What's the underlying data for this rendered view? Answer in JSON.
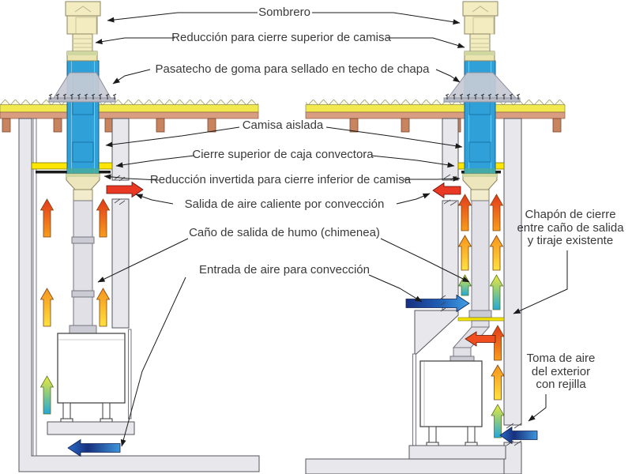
{
  "diagram": {
    "kind": "wood-stove chimney installation cross-sections",
    "language": "es",
    "views": [
      "new insulated enclosure installation",
      "existing masonry flue installation"
    ]
  },
  "labels": {
    "sombrero": "Sombrero",
    "reduccion_superior": "Reducción para cierre superior de camisa",
    "pasatecho": "Pasatecho de goma para sellado en techo de chapa",
    "camisa_aislada": "Camisa aislada",
    "cierre_superior": "Cierre superior de caja convectora",
    "reduccion_invertida": "Reducción invertida para cierre inferior de camisa",
    "salida_aire": "Salida de aire caliente por convección",
    "cano_salida": "Caño de salida de humo (chimenea)",
    "entrada_aire": "Entrada de aire para convección",
    "chapon_1": "Chapón de cierre",
    "chapon_2": "entre caño de salida",
    "chapon_3": "y tiraje existente",
    "toma_1": "Toma de aire",
    "toma_2": "del exterior",
    "toma_3": "con rejilla"
  },
  "colors": {
    "camisa_blue": "#2FA0D8",
    "camisa_edge": "#16608C",
    "roof_yellow": "#F2E94E",
    "roof_beam_brown": "#D99E82",
    "rafter_brown": "#C8845E",
    "wall_gray": "#E8E8EC",
    "pipe_gray": "#E0E0E6",
    "closure_yellow": "#FFE600",
    "sombrero_cream": "#F2ECC0",
    "cone_gray": "#C7CAD4",
    "hot_arrow_red": "#E93823",
    "warm_gradient": [
      "#E2391B",
      "#F89C1B",
      "#FFE23E"
    ],
    "cool_gradient": [
      "#EFE73C",
      "#8FCC7E",
      "#23A8DC"
    ],
    "blue_arrow": [
      "#17307E",
      "#2A6CC8",
      "#3E96DC"
    ],
    "leader_line": "#1A1A1A",
    "label_text": "#3A3A3A"
  },
  "icons": {
    "hot_air_up_arrow": {
      "shape": "block-arrow-up",
      "gradient": [
        "#E2391B",
        "#F89C1B"
      ]
    },
    "warm_air_up_arrow": {
      "shape": "block-arrow-up",
      "gradient": [
        "#F6921E",
        "#FFE23E"
      ]
    },
    "cool_air_up_arrow": {
      "shape": "block-arrow-up",
      "gradient": [
        "#EFE73C",
        "#23A8DC"
      ]
    },
    "hot_air_out_arrow": {
      "shape": "block-arrow-horizontal",
      "color": "#E93823"
    },
    "cool_air_in_arrow": {
      "shape": "block-arrow-horizontal",
      "gradient": [
        "#17307E",
        "#3E96DC"
      ]
    }
  }
}
